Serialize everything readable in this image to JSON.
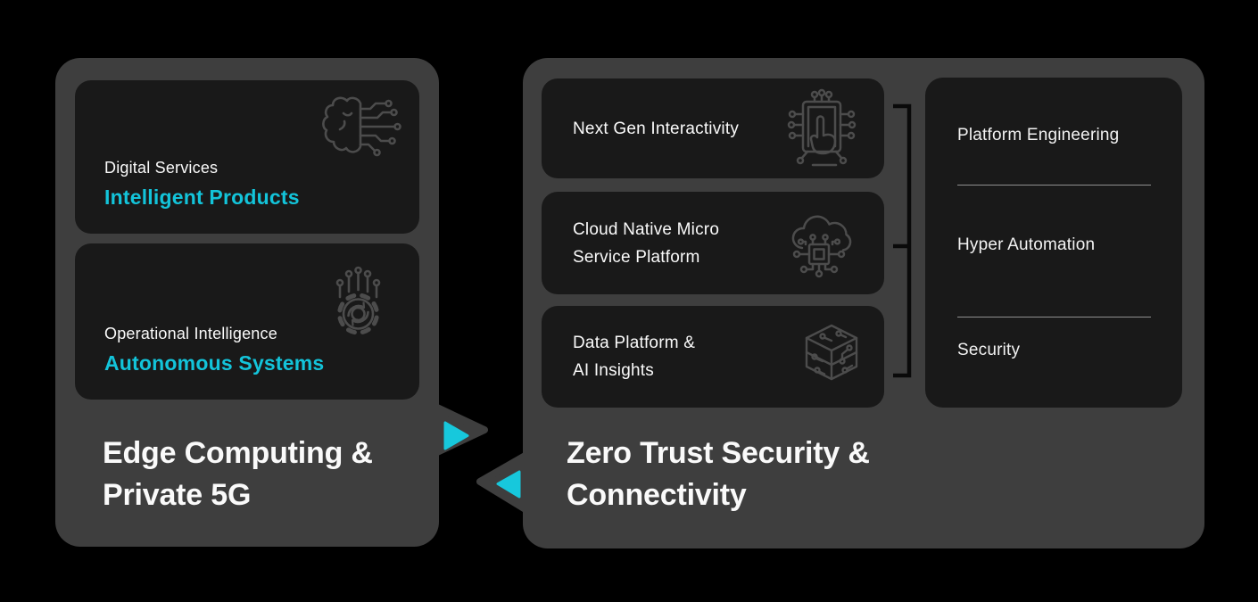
{
  "colors": {
    "background": "#000000",
    "panel": "#3e3e3e",
    "card": "#191919",
    "accent_cyan": "#13c4da",
    "icon_stroke": "#4c4c4c",
    "text": "#fafafa",
    "bracket": "#0a0a0a",
    "divider": "#8f8f8f"
  },
  "left_panel": {
    "title": "Edge Computing &\nPrivate 5G",
    "cards": [
      {
        "subtitle": "Digital Services",
        "title": "Intelligent Products",
        "icon": "brain-circuit-icon"
      },
      {
        "subtitle": "Operational Intelligence",
        "title": "Autonomous Systems",
        "icon": "gear-automation-icon"
      }
    ]
  },
  "right_panel": {
    "title": "Zero Trust Security &\nConnectivity",
    "cards": [
      {
        "label": "Next Gen Interactivity",
        "icon": "touch-interactivity-icon"
      },
      {
        "label": "Cloud Native Micro\nService Platform",
        "icon": "cloud-microservice-icon"
      },
      {
        "label": "Data Platform &\nAI Insights",
        "icon": "data-cube-icon"
      }
    ],
    "capabilities": [
      "Platform Engineering",
      "Hyper Automation",
      "Security"
    ]
  },
  "connectors": {
    "forward_arrow": "right-arrow-icon",
    "backward_arrow": "left-arrow-icon",
    "bracket": "group-bracket"
  }
}
